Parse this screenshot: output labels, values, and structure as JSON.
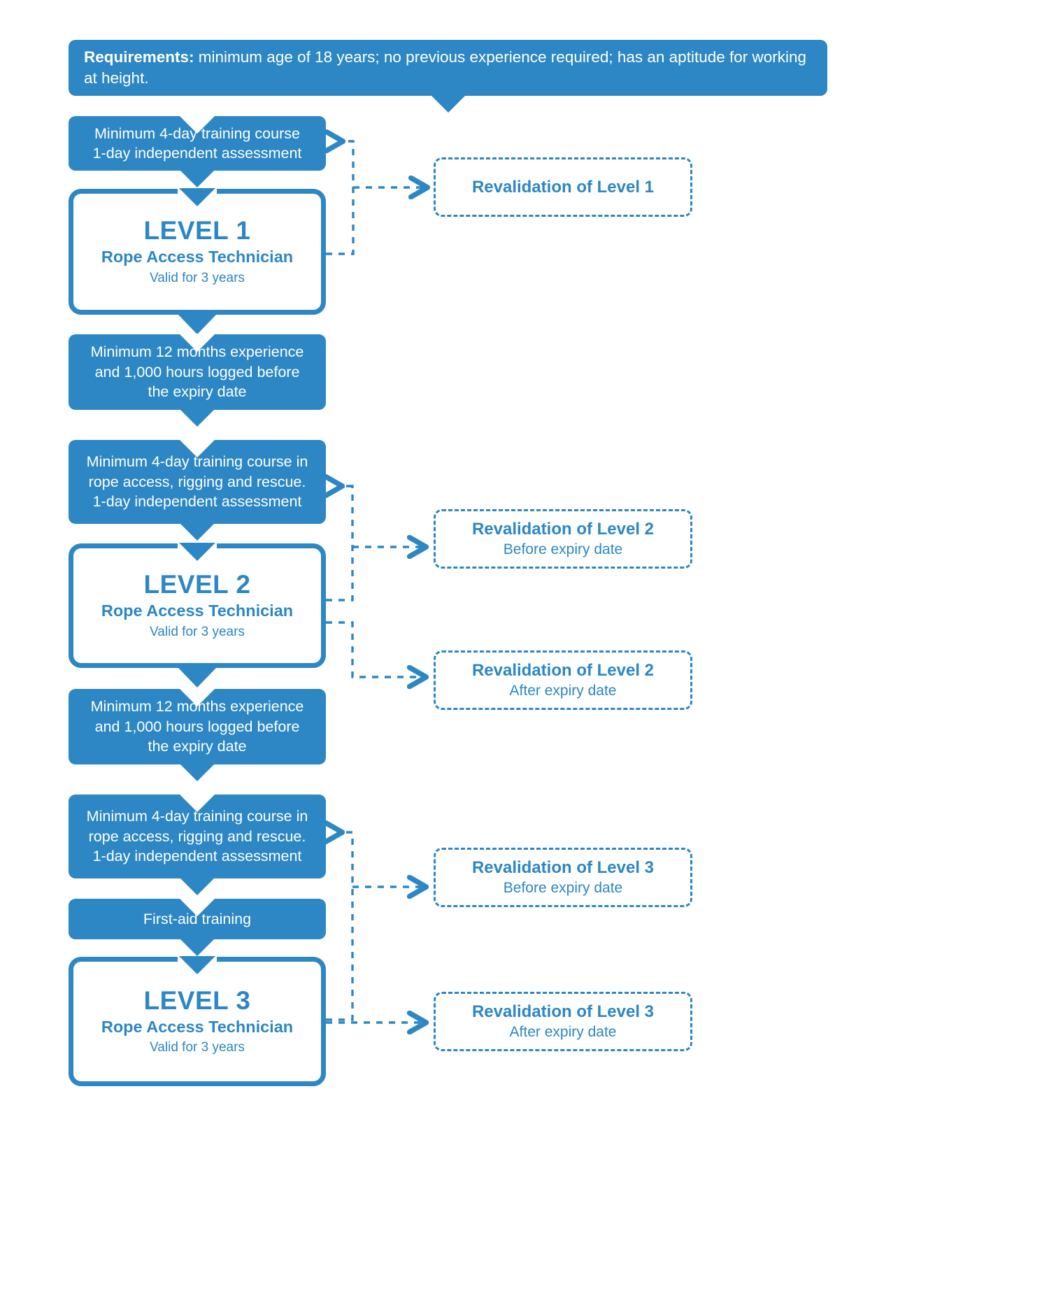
{
  "diagram": {
    "title": "IRATA Rope Access Technician Certification Pathway",
    "colors": {
      "brand_blue": "#2C87C4",
      "white": "#FFFFFF"
    },
    "requirements_banner": {
      "label_bold": "Requirements:",
      "text": " minimum age of 18 years; no previous experience required; has an aptitude for working at height."
    },
    "steps": {
      "l1_training": "Minimum 4-day training course\n1-day independent assessment",
      "l1_training_line1": "Minimum 4-day training course",
      "l1_training_line2": "1-day independent assessment",
      "l1_experience_line1": "Minimum 12 months experience",
      "l1_experience_line2": "and 1,000 hours logged before",
      "l1_experience_line3": "the expiry date",
      "l2_training_line1": "Minimum 4-day training course in",
      "l2_training_line2": "rope access, rigging and rescue.",
      "l2_training_line3": "1-day independent assessment",
      "l2_experience_line1": "Minimum 12 months experience",
      "l2_experience_line2": "and 1,000 hours logged before",
      "l2_experience_line3": "the expiry date",
      "l3_training_line1": "Minimum 4-day training course in",
      "l3_training_line2": "rope access, rigging and rescue.",
      "l3_training_line3": "1-day independent assessment",
      "first_aid": "First-aid training"
    },
    "levels": [
      {
        "id": "level-1",
        "title": "LEVEL 1",
        "subtitle": "Rope Access Technician",
        "validity": "Valid for 3 years"
      },
      {
        "id": "level-2",
        "title": "LEVEL 2",
        "subtitle": "Rope Access Technician",
        "validity": "Valid for 3 years"
      },
      {
        "id": "level-3",
        "title": "LEVEL 3",
        "subtitle": "Rope Access Technician",
        "validity": "Valid for 3 years"
      }
    ],
    "revalidations": [
      {
        "id": "reval-l1",
        "title": "Revalidation of Level 1",
        "subtitle": ""
      },
      {
        "id": "reval-l2-before",
        "title": "Revalidation of Level 2",
        "subtitle": "Before expiry date"
      },
      {
        "id": "reval-l2-after",
        "title": "Revalidation of Level 2",
        "subtitle": "After expiry date"
      },
      {
        "id": "reval-l3-before",
        "title": "Revalidation of Level 3",
        "subtitle": "Before expiry date"
      },
      {
        "id": "reval-l3-after",
        "title": "Revalidation of Level 3",
        "subtitle": "After expiry date"
      }
    ]
  }
}
